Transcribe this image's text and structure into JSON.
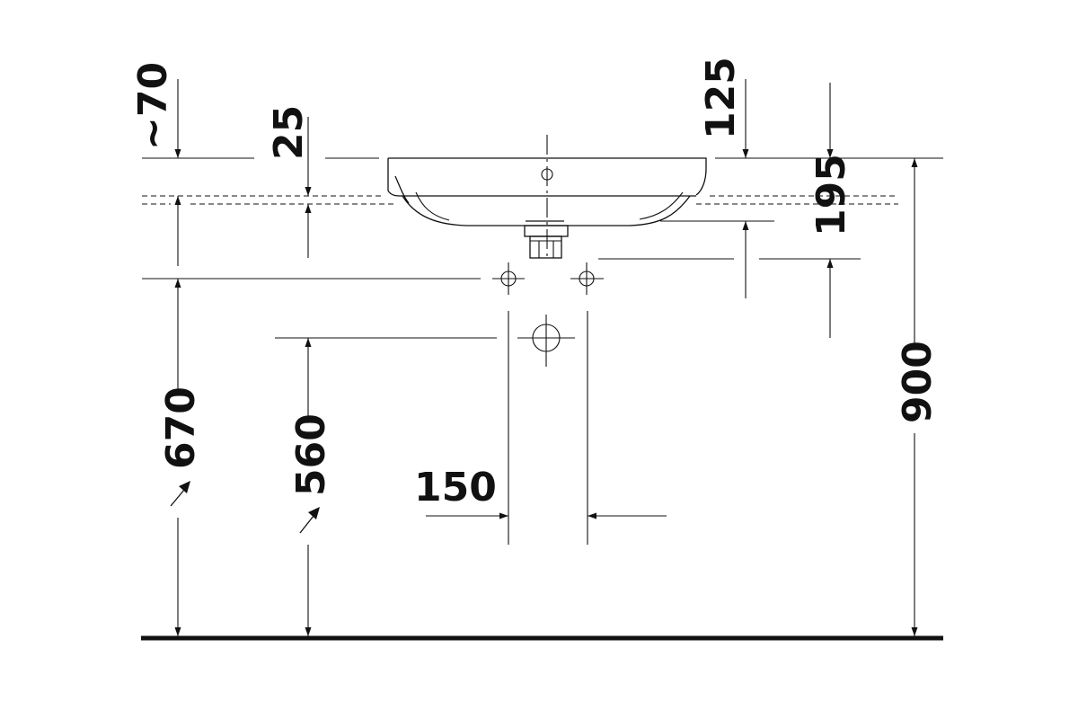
{
  "dimensions": {
    "offset_top": "~70",
    "rim_thickness": "25",
    "right_top": "125",
    "waste_height": "195",
    "total_height": "900",
    "tap_height": "670",
    "drain_height": "560",
    "pipe_spacing": "150"
  },
  "colors": {
    "line": "#111111",
    "background": "#ffffff"
  }
}
